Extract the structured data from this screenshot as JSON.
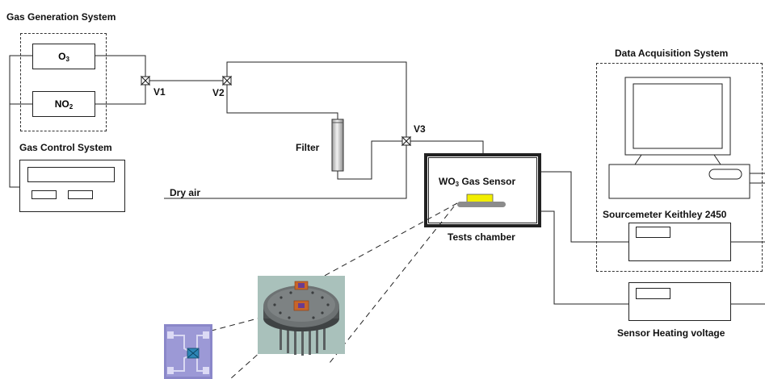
{
  "gas_generation": {
    "title": "Gas Generation System",
    "o3": {
      "base": "O",
      "sub": "3"
    },
    "no2": {
      "base": "NO",
      "sub": "2"
    }
  },
  "gas_control": {
    "title": "Gas Control System"
  },
  "valves": {
    "v1": "V1",
    "v2": "V2",
    "v3": "V3"
  },
  "filter": {
    "label": "Filter"
  },
  "dry_air": {
    "label": "Dry air"
  },
  "chamber": {
    "sensor_prefix": "WO",
    "sensor_sub": "3",
    "sensor_suffix": " Gas Sensor",
    "title": "Tests chamber"
  },
  "data_acquisition": {
    "title": "Data Acquisition System"
  },
  "sourcemeter": {
    "label": "Sourcemeter Keithley 2450"
  },
  "heating": {
    "label": "Sensor Heating voltage"
  }
}
